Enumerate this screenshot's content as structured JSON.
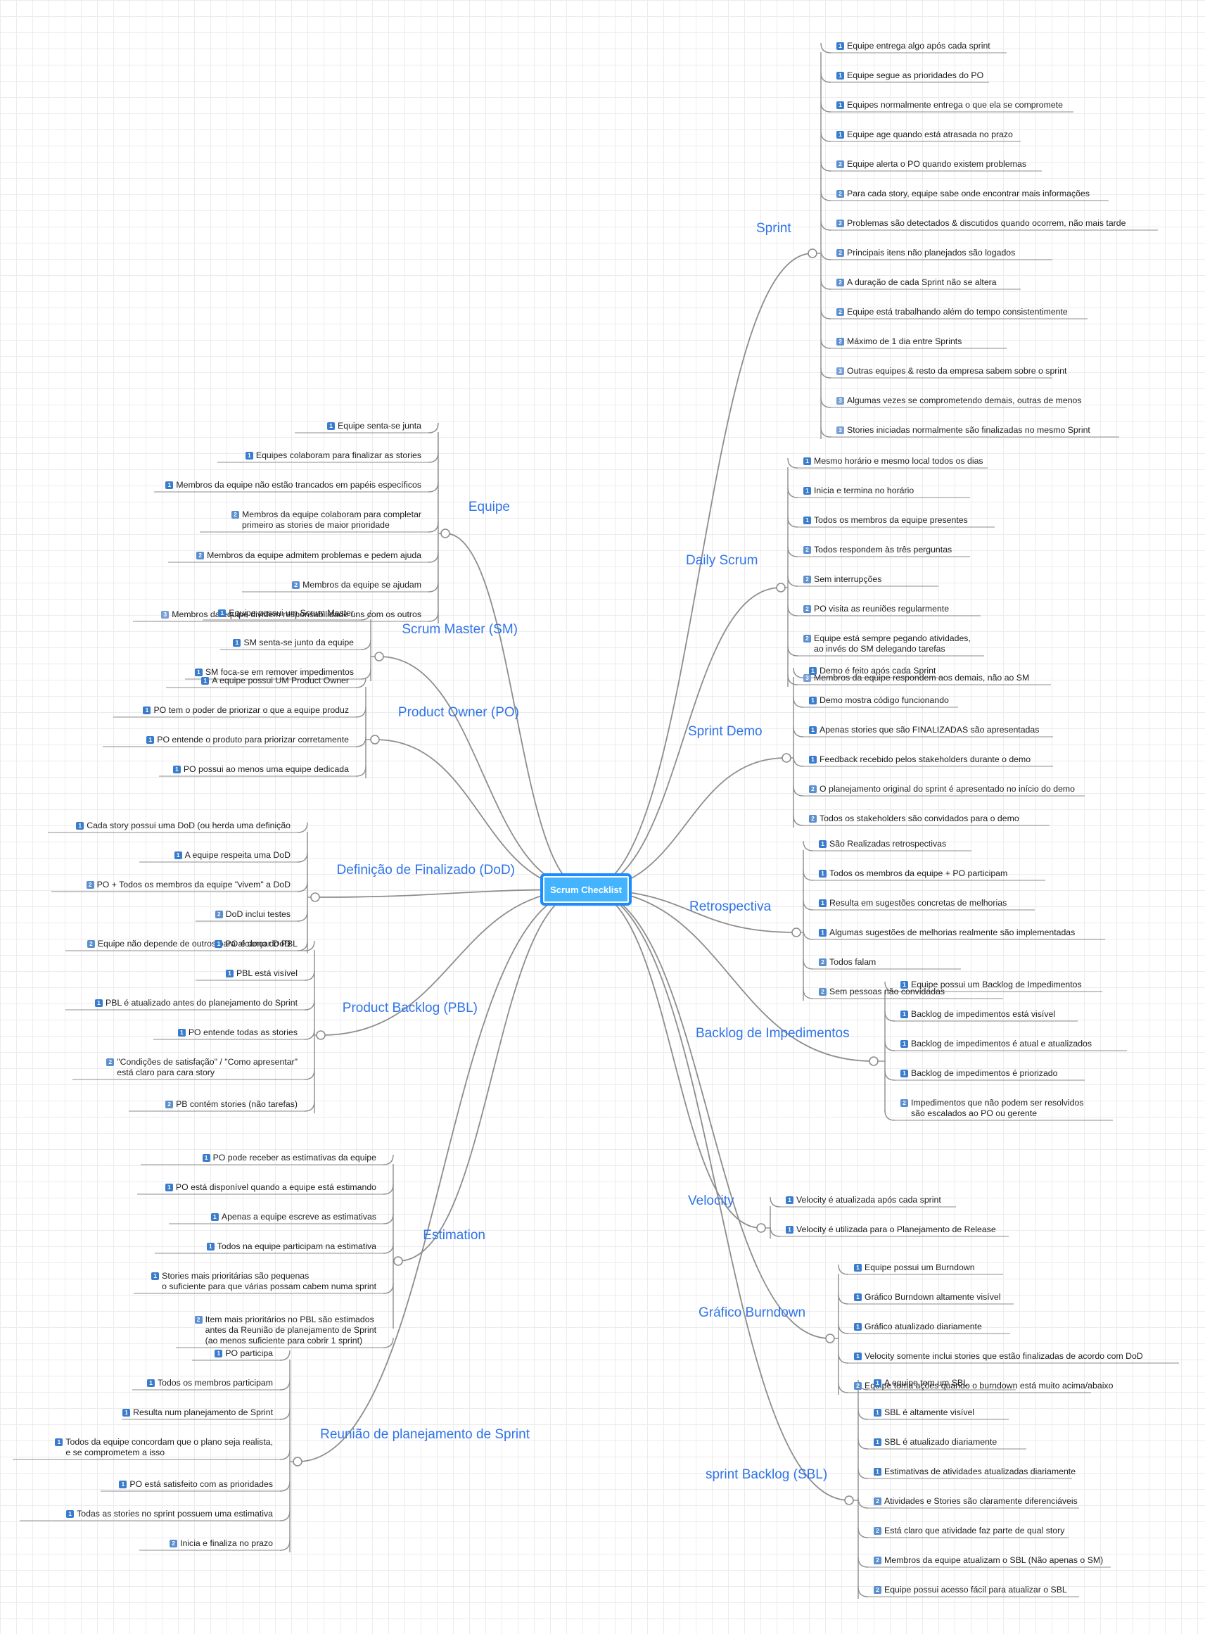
{
  "root": "Scrum Checklist",
  "branches": [
    {
      "id": "sprint",
      "title": "Sprint",
      "side": "right",
      "items": [
        {
          "p": 1,
          "text": "Equipe entrega algo após cada sprint"
        },
        {
          "p": 1,
          "text": "Equipe segue as prioridades do PO"
        },
        {
          "p": 1,
          "text": "Equipes normalmente entrega o que ela se compromete"
        },
        {
          "p": 1,
          "text": "Equipe age quando está atrasada no prazo"
        },
        {
          "p": 2,
          "text": "Equipe alerta o PO quando existem problemas"
        },
        {
          "p": 2,
          "text": "Para cada story, equipe sabe onde encontrar mais informações"
        },
        {
          "p": 2,
          "text": "Problemas são detectados & discutidos quando ocorrem, não mais tarde"
        },
        {
          "p": 2,
          "text": "Principais itens não planejados são logados"
        },
        {
          "p": 2,
          "text": "A duração de cada Sprint não se altera"
        },
        {
          "p": 2,
          "text": "Equipe está trabalhando além do tempo consistentimente"
        },
        {
          "p": 2,
          "text": "Máximo de 1 dia entre Sprints"
        },
        {
          "p": 3,
          "text": "Outras equipes & resto da empresa sabem sobre o sprint"
        },
        {
          "p": 3,
          "text": "Algumas vezes se comprometendo demais, outras de menos"
        },
        {
          "p": 3,
          "text": "Stories iniciadas normalmente são finalizadas no mesmo Sprint"
        }
      ]
    },
    {
      "id": "daily",
      "title": "Daily Scrum",
      "side": "right",
      "items": [
        {
          "p": 1,
          "text": "Mesmo horário e mesmo local todos os dias"
        },
        {
          "p": 1,
          "text": "Inicia e termina no horário"
        },
        {
          "p": 1,
          "text": "Todos os membros da equipe presentes"
        },
        {
          "p": 2,
          "text": "Todos respondem às três perguntas"
        },
        {
          "p": 2,
          "text": "Sem interrupções"
        },
        {
          "p": 2,
          "text": "PO visita as reuniões regularmente"
        },
        {
          "p": 2,
          "text": "Equipe está sempre pegando atividades,\nao invés do SM delegando tarefas"
        },
        {
          "p": 3,
          "text": "Membros da equipe respondem aos demais, não ao SM"
        }
      ]
    },
    {
      "id": "demo",
      "title": "Sprint Demo",
      "side": "right",
      "items": [
        {
          "p": 1,
          "text": "Demo é feito após cada Sprint"
        },
        {
          "p": 1,
          "text": "Demo mostra código funcionando"
        },
        {
          "p": 1,
          "text": "Apenas stories que são FINALIZADAS são apresentadas"
        },
        {
          "p": 1,
          "text": "Feedback recebido pelos stakeholders durante o demo"
        },
        {
          "p": 2,
          "text": "O planejamento original do sprint é apresentado no início do demo"
        },
        {
          "p": 2,
          "text": "Todos os stakeholders são convidados para o demo"
        }
      ]
    },
    {
      "id": "retro",
      "title": "Retrospectiva",
      "side": "right",
      "items": [
        {
          "p": 1,
          "text": "São Realizadas retrospectivas"
        },
        {
          "p": 1,
          "text": "Todos os membros da equipe + PO participam"
        },
        {
          "p": 1,
          "text": "Resulta em sugestões concretas de melhorias"
        },
        {
          "p": 1,
          "text": "Algumas sugestões de melhorias realmente são implementadas"
        },
        {
          "p": 2,
          "text": "Todos falam"
        },
        {
          "p": 2,
          "text": "Sem pessoas não convidadas"
        }
      ]
    },
    {
      "id": "impedimentos",
      "title": "Backlog de Impedimentos",
      "side": "right",
      "items": [
        {
          "p": 1,
          "text": "Equipe possui um Backlog de Impedimentos"
        },
        {
          "p": 1,
          "text": "Backlog de impedimentos está visível"
        },
        {
          "p": 1,
          "text": "Backlog de impedimentos é atual e atualizados"
        },
        {
          "p": 1,
          "text": "Backlog de impedimentos é priorizado"
        },
        {
          "p": 2,
          "text": "Impedimentos que não podem ser resolvidos\nsão escalados ao PO ou gerente"
        }
      ]
    },
    {
      "id": "velocity",
      "title": "Velocity",
      "side": "right",
      "items": [
        {
          "p": 1,
          "text": "Velocity é atualizada após cada sprint"
        },
        {
          "p": 1,
          "text": "Velocity é utilizada para o Planejamento de Release"
        }
      ]
    },
    {
      "id": "burndown",
      "title": "Gráfico Burndown",
      "side": "right",
      "items": [
        {
          "p": 1,
          "text": "Equipe possui um Burndown"
        },
        {
          "p": 1,
          "text": "Gráfico Burndown altamente visível"
        },
        {
          "p": 1,
          "text": "Gráfico atualizado diariamente"
        },
        {
          "p": 1,
          "text": "Velocity somente inclui stories que estão finalizadas de acordo com DoD"
        },
        {
          "p": 2,
          "text": "Equipe toma ações quando o burndown está muito acima/abaixo"
        }
      ]
    },
    {
      "id": "sbl",
      "title": "sprint Backlog (SBL)",
      "side": "right",
      "items": [
        {
          "p": 1,
          "text": "A equipe tem um SBL"
        },
        {
          "p": 1,
          "text": "SBL é altamente visível"
        },
        {
          "p": 1,
          "text": "SBL é atualizado diariamente"
        },
        {
          "p": 1,
          "text": "Estimativas de atividades atualizadas diariamente"
        },
        {
          "p": 2,
          "text": "Atividades e Stories são claramente diferenciáveis"
        },
        {
          "p": 2,
          "text": "Está claro que atividade faz parte de qual story"
        },
        {
          "p": 2,
          "text": "Membros da equipe atualizam o SBL (Não apenas o SM)"
        },
        {
          "p": 2,
          "text": "Equipe possui acesso fácil para atualizar o SBL"
        }
      ]
    },
    {
      "id": "equipe",
      "title": "Equipe",
      "side": "left",
      "items": [
        {
          "p": 1,
          "text": "Equipe senta-se junta"
        },
        {
          "p": 1,
          "text": "Equipes colaboram para finalizar as stories"
        },
        {
          "p": 1,
          "text": "Membros da equipe não estão trancados em papéis específicos"
        },
        {
          "p": 2,
          "text": "Membros da equipe colaboram para completar\nprimeiro as stories de maior prioridade"
        },
        {
          "p": 2,
          "text": "Membros da equipe admitem problemas e pedem ajuda"
        },
        {
          "p": 2,
          "text": "Membros da equipe se ajudam"
        },
        {
          "p": 3,
          "text": "Membros da equipe dividem responsabilidade uns com os outros"
        }
      ]
    },
    {
      "id": "sm",
      "title": "Scrum Master (SM)",
      "side": "left",
      "items": [
        {
          "p": 1,
          "text": "Equipe possui um Scrum Master"
        },
        {
          "p": 1,
          "text": "SM senta-se junto da equipe"
        },
        {
          "p": 1,
          "text": "SM foca-se em remover impedimentos"
        }
      ]
    },
    {
      "id": "po",
      "title": "Product Owner (PO)",
      "side": "left",
      "items": [
        {
          "p": 1,
          "text": "A equipe possui UM Product Owner"
        },
        {
          "p": 1,
          "text": "PO tem o poder de priorizar o que a equipe produz"
        },
        {
          "p": 1,
          "text": "PO entende o produto para priorizar corretamente"
        },
        {
          "p": 1,
          "text": "PO possui ao menos uma equipe dedicada"
        }
      ]
    },
    {
      "id": "dod",
      "title": "Definição de Finalizado (DoD)",
      "side": "left",
      "items": [
        {
          "p": 1,
          "text": "Cada story possui uma DoD (ou herda uma definição"
        },
        {
          "p": 1,
          "text": "A equipe respeita uma DoD"
        },
        {
          "p": 2,
          "text": "PO + Todos os membros da equipe \"vivem\" a DoD"
        },
        {
          "p": 2,
          "text": "DoD inclui testes"
        },
        {
          "p": 2,
          "text": "Equipe não depende de outros para alcançar DoD"
        }
      ]
    },
    {
      "id": "pbl",
      "title": "Product Backlog (PBL)",
      "side": "left",
      "items": [
        {
          "p": 1,
          "text": "PO é dono do PBL"
        },
        {
          "p": 1,
          "text": "PBL está visível"
        },
        {
          "p": 1,
          "text": "PBL é atualizado antes do planejamento do Sprint"
        },
        {
          "p": 1,
          "text": "PO entende todas as stories"
        },
        {
          "p": 2,
          "text": "\"Condições de satisfação\" / \"Como apresentar\"\nestá claro para cara story"
        },
        {
          "p": 2,
          "text": "PB contém stories (não tarefas)"
        }
      ]
    },
    {
      "id": "estimation",
      "title": "Estimation",
      "side": "left",
      "items": [
        {
          "p": 1,
          "text": "PO pode receber as estimativas da equipe"
        },
        {
          "p": 1,
          "text": "PO está disponível quando a equipe está estimando"
        },
        {
          "p": 1,
          "text": "Apenas a equipe escreve as estimativas"
        },
        {
          "p": 1,
          "text": "Todos na equipe participam na estimativa"
        },
        {
          "p": 1,
          "text": "Stories mais prioritárias são pequenas\no suficiente para que várias possam cabem numa sprint"
        },
        {
          "p": 2,
          "text": "Item mais prioritários no PBL são estimados\nantes da Reunião de planejamento de Sprint\n(ao menos suficiente para cobrir 1 sprint)"
        }
      ]
    },
    {
      "id": "planning",
      "title": "Reunião de planejamento de Sprint",
      "side": "left",
      "items": [
        {
          "p": 1,
          "text": "PO participa"
        },
        {
          "p": 1,
          "text": "Todos os membros participam"
        },
        {
          "p": 1,
          "text": "Resulta num planejamento de Sprint"
        },
        {
          "p": 1,
          "text": "Todos da equipe concordam que o plano seja realista,\ne se comprometem a isso"
        },
        {
          "p": 1,
          "text": "PO está satisfeito com as prioridades"
        },
        {
          "p": 1,
          "text": "Todas as stories no sprint possuem uma estimativa"
        },
        {
          "p": 2,
          "text": "Inicia e finaliza no prazo"
        }
      ]
    }
  ]
}
